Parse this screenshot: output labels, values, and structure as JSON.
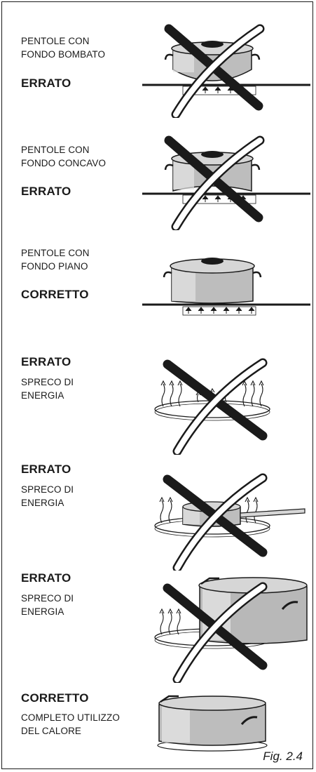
{
  "panels": [
    {
      "line1": "PENTOLE CON",
      "line2": "FONDO BOMBATO",
      "verdict": "ERRATO"
    },
    {
      "line1": "PENTOLE CON",
      "line2": "FONDO CONCAVO",
      "verdict": "ERRATO"
    },
    {
      "line1": "PENTOLE CON",
      "line2": "FONDO PIANO",
      "verdict": "CORRETTO"
    },
    {
      "verdict": "ERRATO",
      "line1": "SPRECO DI",
      "line2": "ENERGIA"
    },
    {
      "verdict": "ERRATO",
      "line1": "SPRECO DI",
      "line2": "ENERGIA"
    },
    {
      "verdict": "ERRATO",
      "line1": "SPRECO DI",
      "line2": "ENERGIA"
    },
    {
      "verdict": "CORRETTO",
      "line1": "COMPLETO UTILIZZO",
      "line2": "DEL CALORE"
    }
  ],
  "caption": "Fig. 2.4",
  "colors": {
    "ink": "#1a1a1a",
    "pot_light": "#e6e6e6",
    "pot_mid": "#bdbdbd",
    "pot_dark": "#8a8a8a"
  },
  "icons": [
    "cross-out-icon",
    "heat-arrows-icon",
    "cooking-pot-icon",
    "burner-ring-icon"
  ]
}
